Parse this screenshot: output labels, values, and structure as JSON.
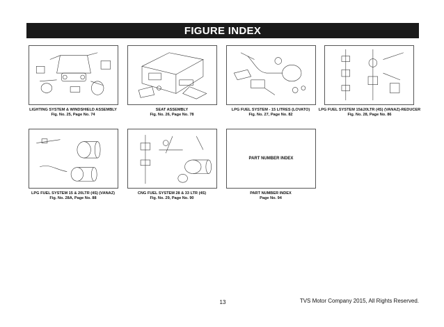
{
  "header": {
    "title": "FIGURE INDEX"
  },
  "figures": [
    {
      "title": "LIGHTING SYSTEM & WINDSHIELD ASSEMBLY",
      "ref": "Fig. No. 25, Page No. 74"
    },
    {
      "title": "SEAT ASSEMBLY",
      "ref": "Fig. No. 26, Page No. 78"
    },
    {
      "title": "LPG FUEL SYSTEM - 15 LITRES (LOVATO)",
      "ref": "Fig. No. 27, Page No. 82"
    },
    {
      "title": "LPG FUEL SYSTEM 15&20LTR (4S) (VANAZ)-REDUCER",
      "ref": "Fig. No. 28, Page No. 86"
    },
    {
      "title": "LPG FUEL SYSTEM 15 & 20LTR (4S) (VANAZ)",
      "ref": "Fig. No. 28A, Page No. 88"
    },
    {
      "title": "CNG FUEL SYSTEM 28 & 33 LTR (4S)",
      "ref": "Fig. No. 29, Page No. 90"
    },
    {
      "title": "PART NUMBER INDEX",
      "ref": "Page No. 94",
      "panel_text": "PART NUMBER INDEX"
    }
  ],
  "footer": {
    "page_number": "13",
    "copyright": "TVS Motor Company 2015, All Rights Reserved."
  }
}
